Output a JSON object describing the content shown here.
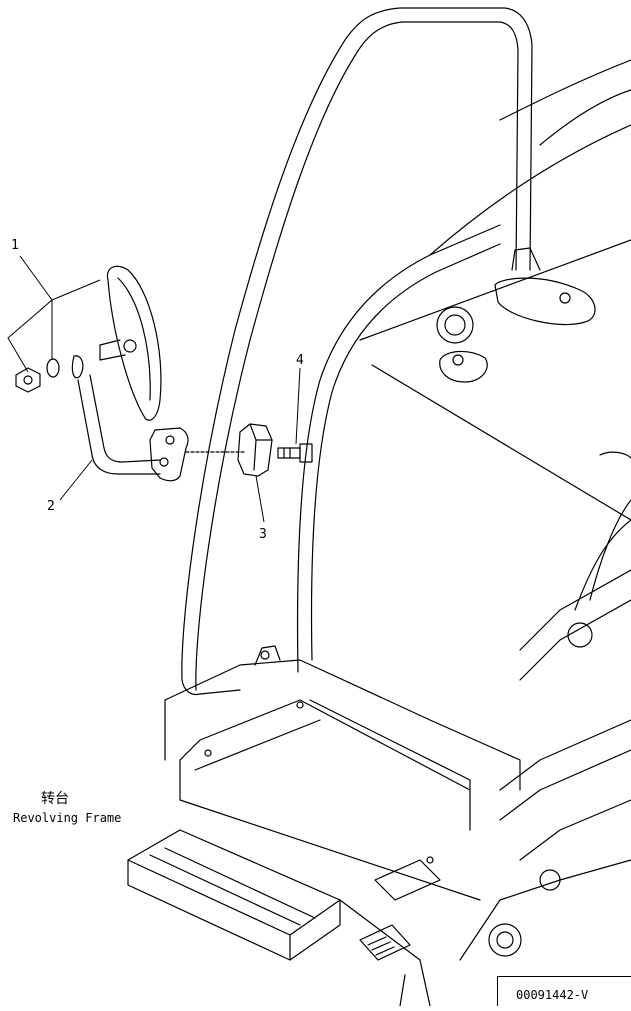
{
  "callouts": [
    {
      "label": "1",
      "part": "mirror assembly"
    },
    {
      "label": "2",
      "part": "mirror stay"
    },
    {
      "label": "3",
      "part": "bracket"
    },
    {
      "label": "4",
      "part": "bolt"
    }
  ],
  "caption": {
    "chinese": "转台",
    "english": "Revolving Frame"
  },
  "figure_id": "00091442-V"
}
